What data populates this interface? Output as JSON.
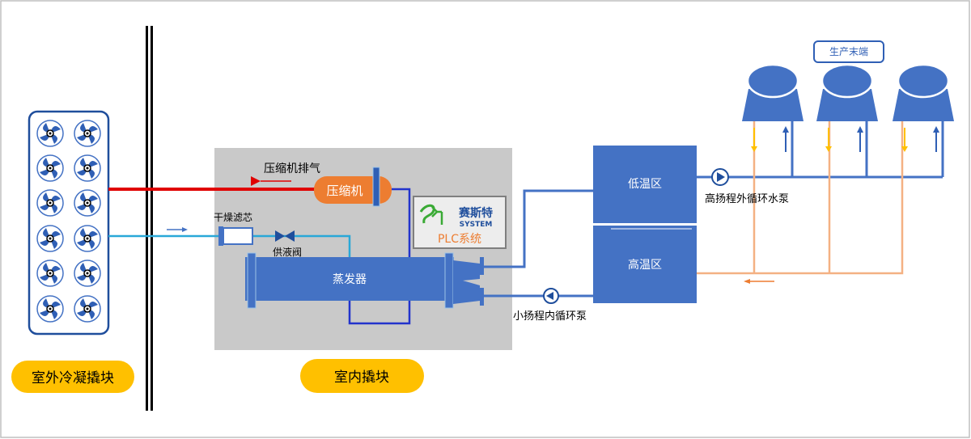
{
  "labels": {
    "outdoor_module": "室外冷凝撬块",
    "indoor_module": "室内撬块",
    "compressor": "压缩机",
    "compressor_exhaust": "压缩机排气",
    "dryer_filter": "干燥滤芯",
    "liquid_valve": "供液阀",
    "evaporator": "蒸发器",
    "brand_cn": "赛斯特",
    "brand_en": "SYSTEM",
    "plc": "PLC系统",
    "low_temp_zone": "低温区",
    "high_temp_zone": "高温区",
    "outer_pump": "高扬程外循环水泵",
    "inner_pump": "小扬程内循环泵",
    "terminals": "生产末端"
  },
  "colors": {
    "blue": "#4472c4",
    "red": "#e00000",
    "orange": "#ed7d31",
    "light_orange": "#f4b183",
    "cyan": "#29a8d8",
    "yellow": "#ffc000",
    "gray_panel": "#c9c9c9",
    "navy": "#1f4e9c"
  },
  "icons": {
    "fan": "fan-icon",
    "pump": "pump-icon",
    "valve": "valve-icon",
    "logo": "sst-logo-icon"
  }
}
